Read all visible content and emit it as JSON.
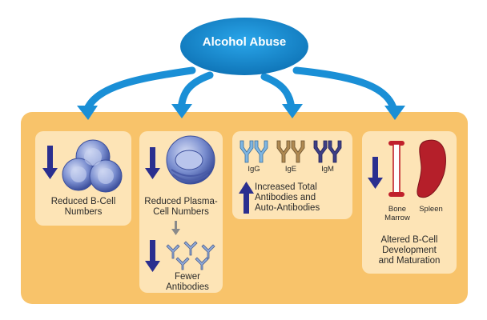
{
  "title": "Alcohol Abuse",
  "cards": [
    {
      "label": "Reduced B-Cell\nNumbers"
    },
    {
      "label": "Reduced Plasma-\nCell Numbers",
      "sub_label": "Fewer\nAntibodies"
    },
    {
      "label": "Increased Total\nAntibodies and\nAuto-Antibodies",
      "antibodies": [
        "IgG",
        "IgE",
        "IgM"
      ]
    },
    {
      "label": "Altered B-Cell\nDevelopment\nand Maturation",
      "organs": [
        "Bone\nMarrow",
        "Spleen"
      ]
    }
  ],
  "colors": {
    "ellipse": "#1a8fd6",
    "arrow": "#1a8fd6",
    "panel": "#f8c36a",
    "card": "#fde4b6",
    "down_arrow": "#2b2f8f",
    "cell": "#6c82c8",
    "spleen": "#c0202b"
  }
}
